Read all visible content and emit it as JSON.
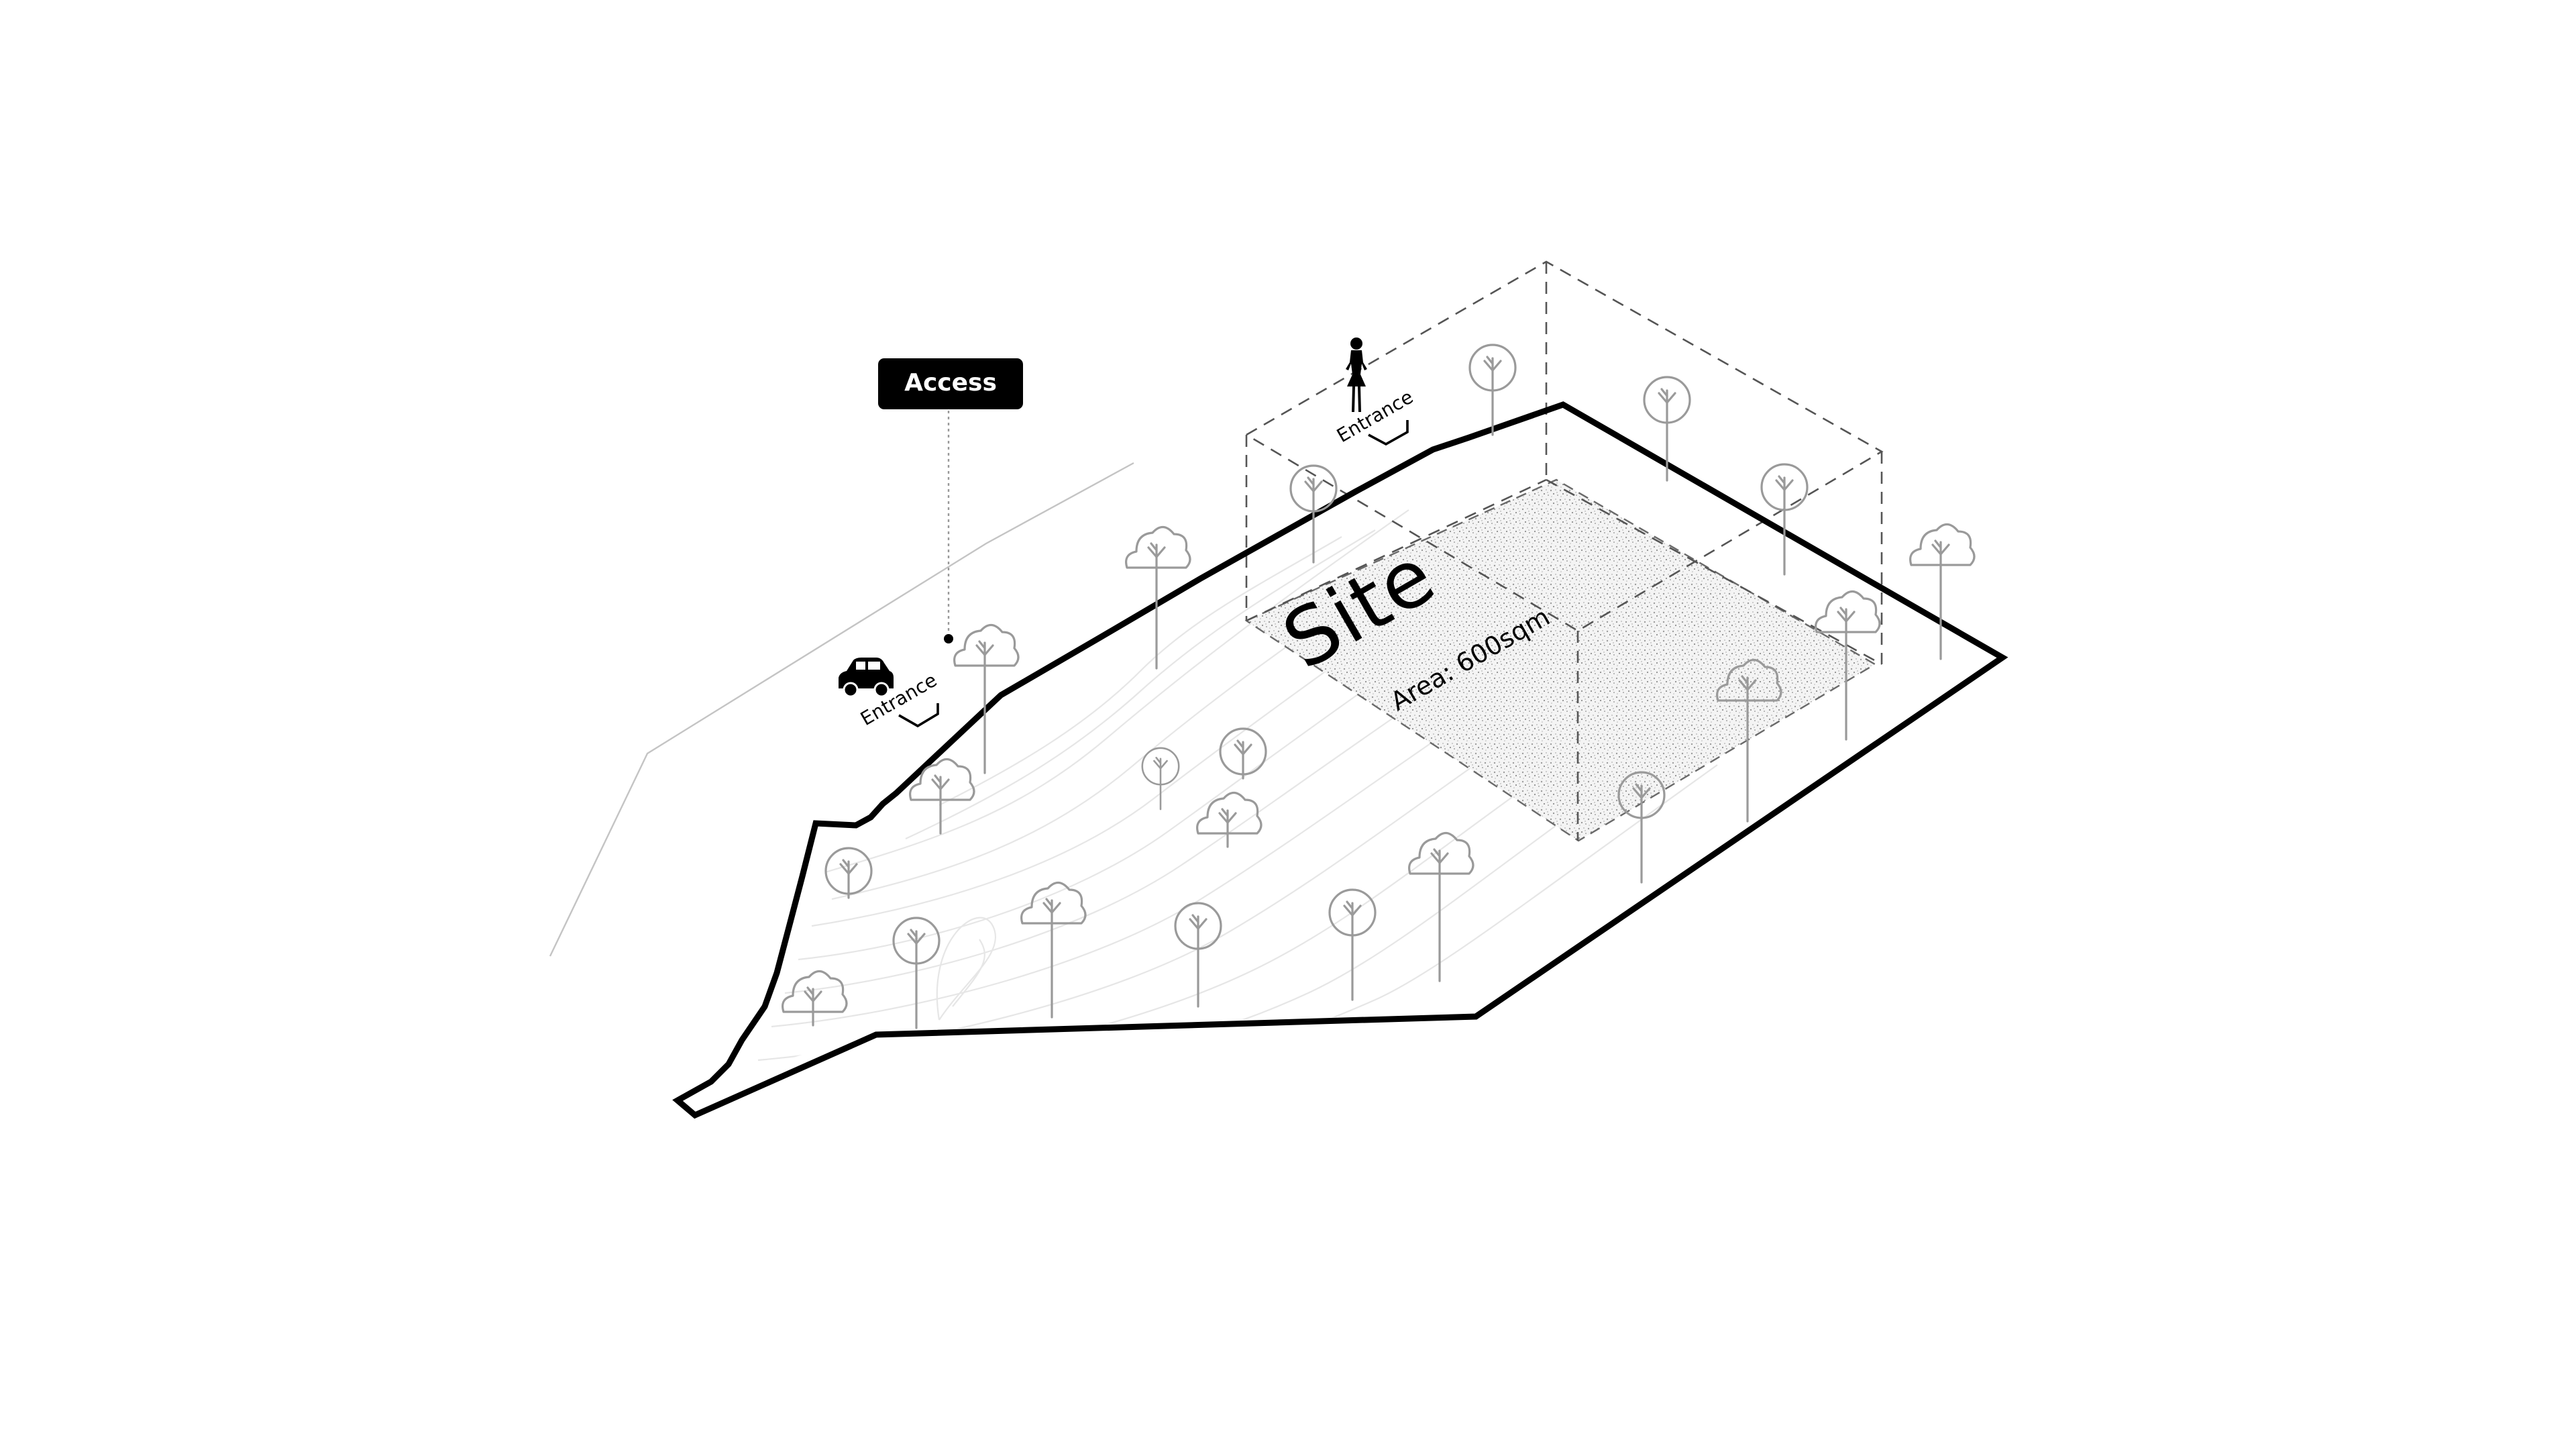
{
  "diagram": {
    "access_label": "Access",
    "car_entrance_label": "Entrance",
    "pedestrian_entrance_label": "Entrance",
    "site_label": "Site",
    "area_label": "Area: 600sqm",
    "colors": {
      "boundary": "#000000",
      "tree": "#9a9a9a",
      "road": "#bdbdbd",
      "contour": "#e6e6e6",
      "site_hatch": "#bfbfbf",
      "label_bg": "#000000",
      "label_text": "#ffffff"
    },
    "icons": [
      "car-icon",
      "person-icon",
      "tree-icon"
    ]
  }
}
